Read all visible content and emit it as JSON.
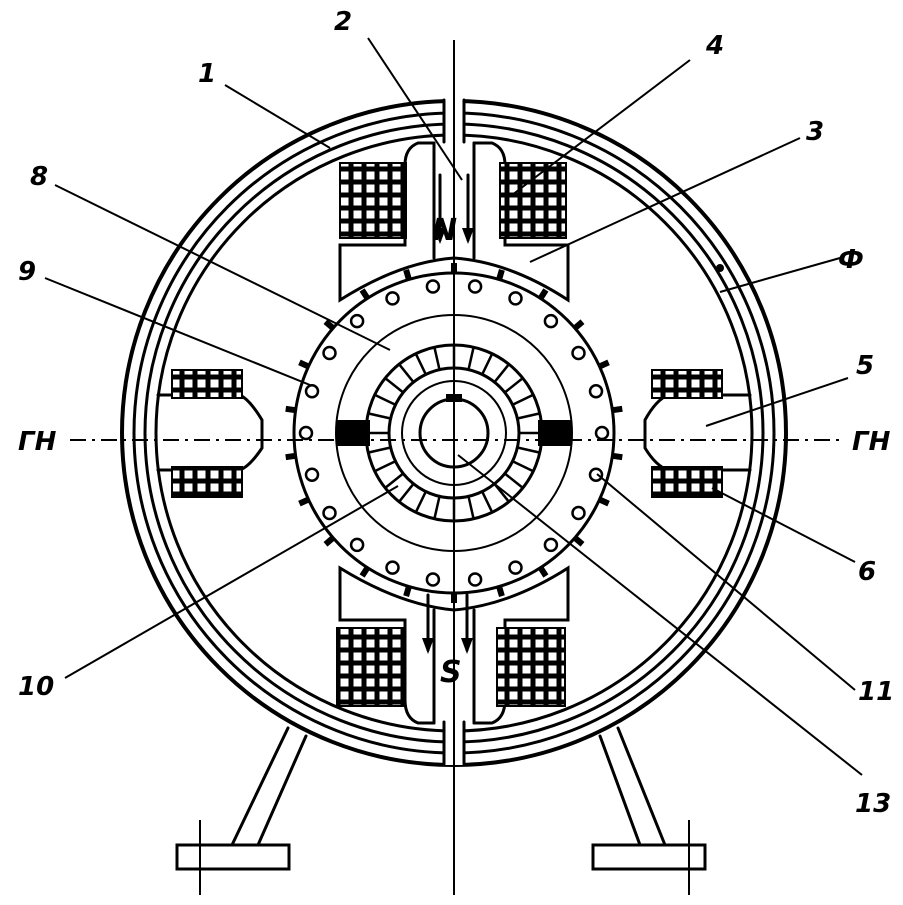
{
  "labels": {
    "l1": "1",
    "l2": "2",
    "l3": "3",
    "l4": "4",
    "l5": "5",
    "l6": "6",
    "l8": "8",
    "l9": "9",
    "l10": "10",
    "l11": "11",
    "l13": "13",
    "phi": "Ф",
    "gn_left": "ГН",
    "gn_right": "ГН",
    "north": "N",
    "south": "S"
  },
  "colors": {
    "ink": "#000000",
    "background": "#ffffff"
  }
}
